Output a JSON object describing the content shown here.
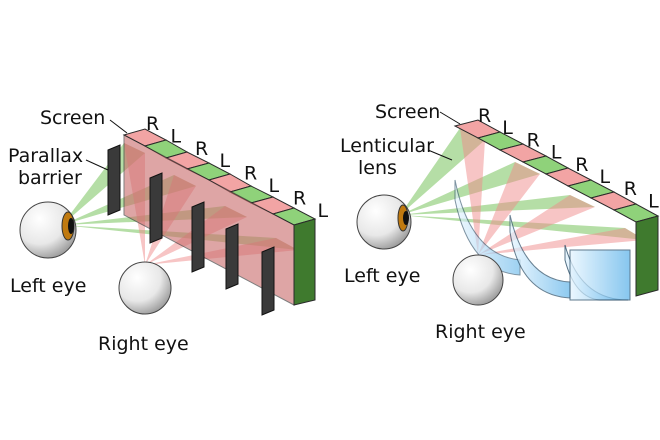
{
  "colors": {
    "red_segment": "#f2a4a4",
    "red_segment_dark": "#c96a6a",
    "green_segment": "#8fd27a",
    "green_segment_dark": "#3f7a2e",
    "green_ray": "#7ac45e",
    "red_ray": "#f08c8c",
    "barrier": "#3a3a3a",
    "lens_blue": "#7fc8f0",
    "eye_iris": "#c07a10"
  },
  "left_panel": {
    "screen_label": "Screen",
    "barrier_label": "Parallax\nbarrier",
    "left_eye_label": "Left eye",
    "right_eye_label": "Right eye",
    "pixel_labels": [
      "R",
      "L",
      "R",
      "L",
      "R",
      "L",
      "R",
      "L"
    ]
  },
  "right_panel": {
    "screen_label": "Screen",
    "lens_label": "Lenticular\nlens",
    "left_eye_label": "Left eye",
    "right_eye_label": "Right eye",
    "pixel_labels": [
      "R",
      "L",
      "R",
      "L",
      "R",
      "L",
      "R",
      "L"
    ]
  }
}
